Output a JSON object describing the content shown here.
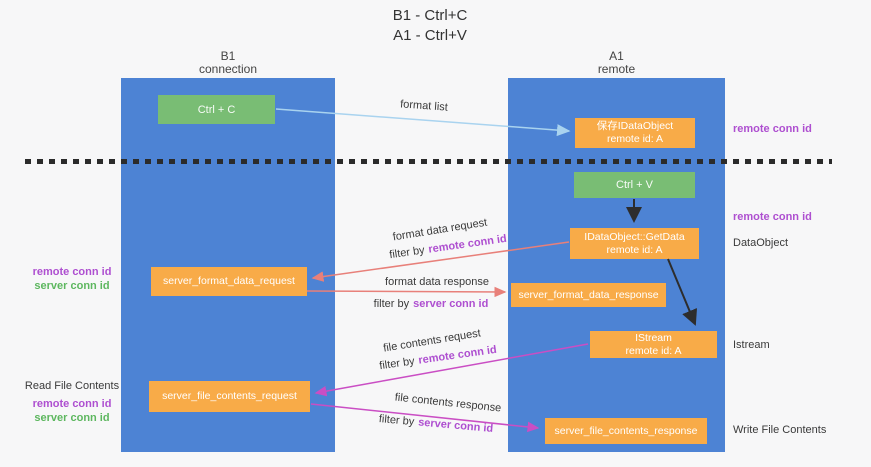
{
  "title": {
    "line1": "B1 - Ctrl+C",
    "line2": "A1 - Ctrl+V"
  },
  "columns": {
    "left": {
      "name": "B1",
      "subtitle": "connection"
    },
    "right": {
      "name": "A1",
      "subtitle": "remote"
    }
  },
  "nodes": {
    "ctrl_c": {
      "label": "Ctrl + C"
    },
    "save_idataobject": {
      "line1": "保存IDataObject",
      "line2": "remote id: A"
    },
    "ctrl_v": {
      "label": "Ctrl + V"
    },
    "getdata": {
      "line1": "IDataObject::GetData",
      "line2": "remote id: A"
    },
    "server_format_data_request": {
      "label": "server_format_data_request"
    },
    "server_format_data_response": {
      "label": "server_format_data_response"
    },
    "istream": {
      "line1": "IStream",
      "line2": "remote id: A"
    },
    "server_file_contents_request": {
      "label": "server_file_contents_request"
    },
    "server_file_contents_response": {
      "label": "server_file_contents_response"
    }
  },
  "edge_labels": {
    "format_list": "format list",
    "format_data_request": "format data request",
    "format_data_response": "format data response",
    "file_contents_request": "file contents request",
    "file_contents_response": "file contents response",
    "filter_by": "filter by",
    "remote_conn_id": "remote conn id",
    "server_conn_id": "server conn id"
  },
  "margin_labels": {
    "remote_conn_id": "remote conn id",
    "server_conn_id": "server conn id",
    "dataobject": "DataObject",
    "istream": "Istream",
    "read_file_contents": "Read File Contents",
    "write_file_contents": "Write File Contents"
  },
  "colors": {
    "column_blue": "#4d83d4",
    "box_green": "#79bd74",
    "box_orange": "#f8ab48",
    "arrow_light_blue": "#a9d3ef",
    "arrow_salmon": "#e8807a",
    "arrow_magenta": "#ca4ec4",
    "arrow_black": "#2d2d2d",
    "text_purple": "#ae4fd0",
    "text_green": "#5db75f"
  }
}
